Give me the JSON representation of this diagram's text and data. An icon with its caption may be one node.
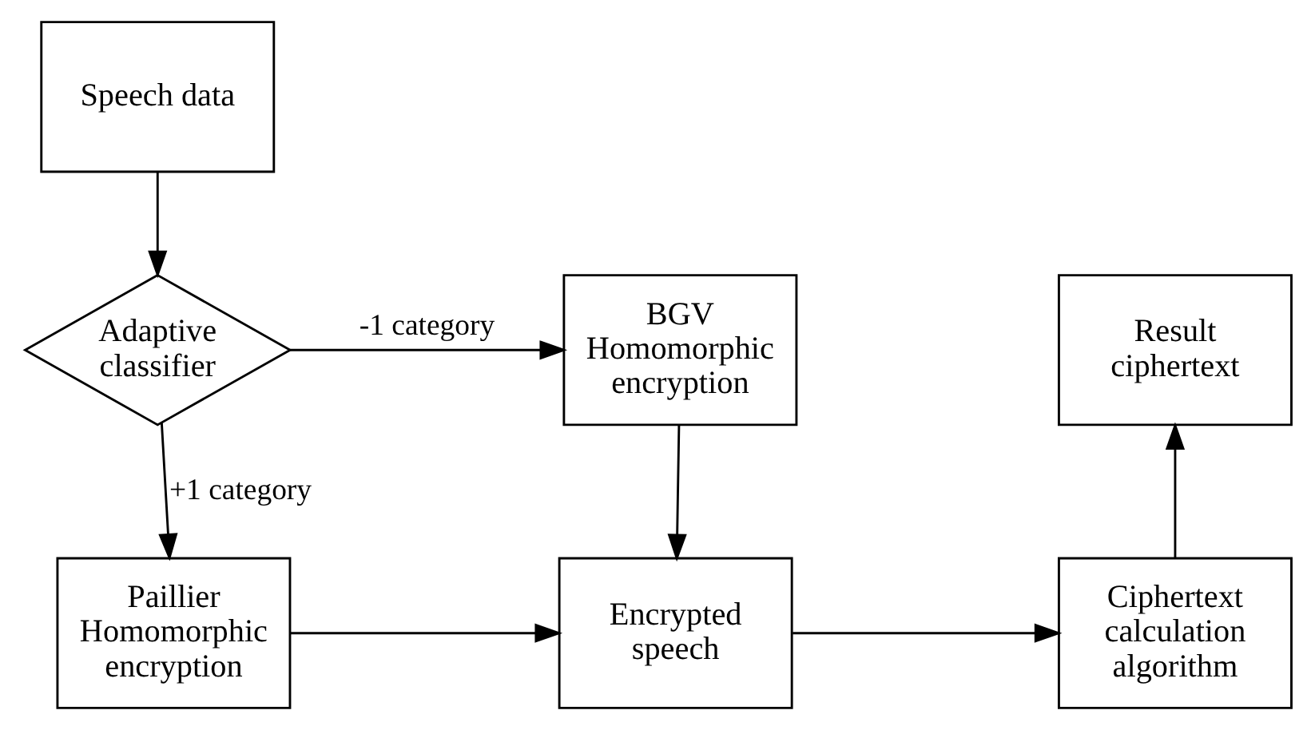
{
  "diagram": {
    "nodes": [
      {
        "text": [
          "Speech data"
        ]
      },
      {
        "text": [
          "Adaptive classifier"
        ]
      },
      {
        "text": [
          "BGV Homomorphic encryption"
        ]
      },
      {
        "text": [
          "Result ciphertext"
        ]
      },
      {
        "text": [
          "Paillier Homomorphic encryption"
        ]
      },
      {
        "text": [
          "Encrypted speech"
        ]
      },
      {
        "text": [
          "Ciphertext calculation algorithm"
        ]
      }
    ],
    "edges": [
      {
        "from": 0,
        "to": 1,
        "arrow": "to"
      },
      {
        "from": 1,
        "to": 2,
        "arrow": "to",
        "label": "-1 category"
      },
      {
        "from": 1,
        "to": 4,
        "arrow": "to",
        "label": "+1 category"
      },
      {
        "from": 2,
        "to": 5,
        "arrow": "to"
      },
      {
        "from": 4,
        "to": 5,
        "arrow": "to"
      },
      {
        "from": 5,
        "to": 6,
        "arrow": "to"
      },
      {
        "from": 6,
        "to": 3,
        "arrow": "to"
      }
    ]
  }
}
